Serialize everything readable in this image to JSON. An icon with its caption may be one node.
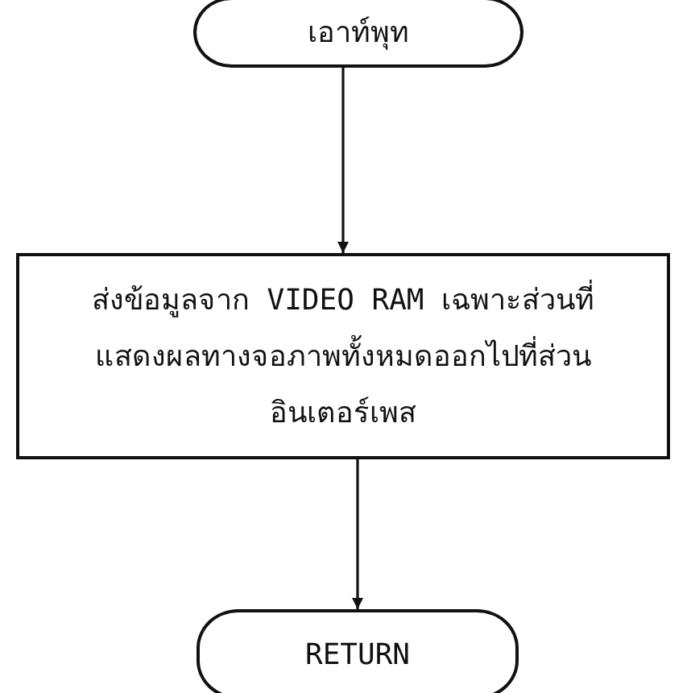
{
  "diagram": {
    "nodes": [
      {
        "text": [
          "เอาท์พุท"
        ]
      },
      {
        "text": [
          "ส่งข้อมูลจาก VIDEO RAM เฉพาะส่วนที่แสดงผลทางจอภาพทั้งหมดออกไปที่ส่วนอินเตอร์เพส"
        ]
      },
      {
        "text": [
          "RETURN"
        ]
      }
    ],
    "edges": [
      {
        "from": 0,
        "to": 1,
        "arrow": "to"
      },
      {
        "from": 1,
        "to": 2,
        "arrow": "to"
      }
    ]
  }
}
